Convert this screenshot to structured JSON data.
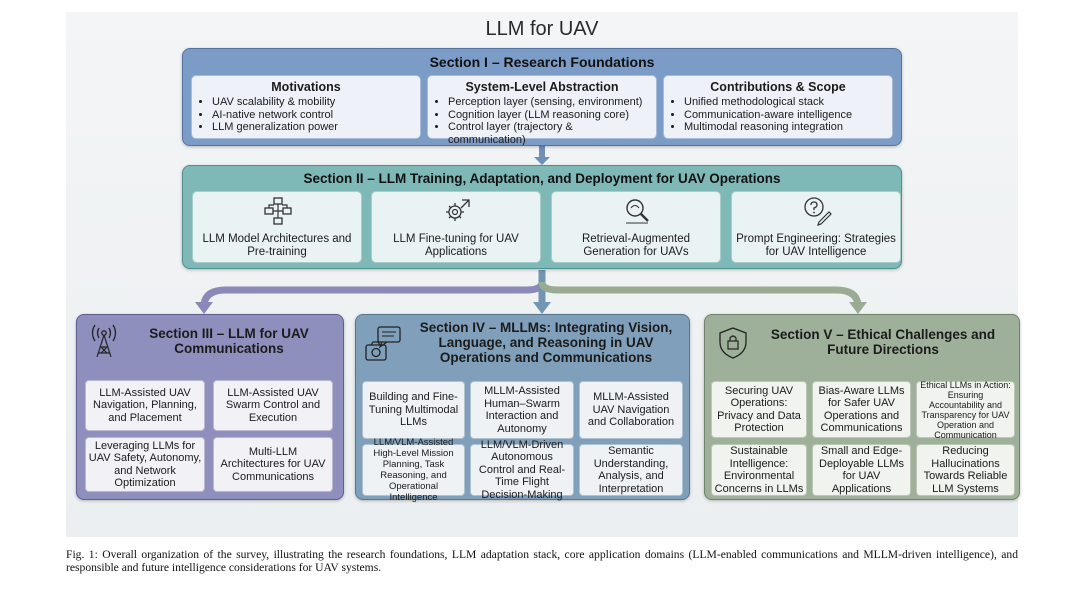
{
  "title": "LLM for UAV",
  "section1": {
    "title": "Section I – Research Foundations",
    "cards": [
      {
        "title": "Motivations",
        "bullets": [
          "UAV scalability & mobility",
          "AI-native network control",
          "LLM generalization power"
        ]
      },
      {
        "title": "System-Level Abstraction",
        "bullets": [
          "Perception layer (sensing, environment)",
          "Cognition layer (LLM reasoning core)",
          "Control layer (trajectory & communication)"
        ]
      },
      {
        "title": "Contributions & Scope",
        "bullets": [
          "Unified methodological stack",
          "Communication-aware intelligence",
          "Multimodal reasoning integration"
        ]
      }
    ]
  },
  "section2": {
    "title": "Section II – LLM Training, Adaptation, and Deployment for UAV Operations",
    "cards": [
      {
        "label": "LLM Model Architectures and Pre-training",
        "icon": "architecture-icon"
      },
      {
        "label": "LLM Fine-tuning for UAV Applications",
        "icon": "gear-sparkle-icon"
      },
      {
        "label": "Retrieval-Augmented Generation for UAVs",
        "icon": "search-icon"
      },
      {
        "label": "Prompt Engineering: Strategies for UAV Intelligence",
        "icon": "question-pencil-icon"
      }
    ]
  },
  "section3": {
    "title": "Section III – LLM for UAV Communications",
    "icon": "antenna-icon",
    "cards": [
      "LLM-Assisted UAV Navigation, Planning, and Placement",
      "LLM-Assisted UAV Swarm Control and Execution",
      "Leveraging LLMs for UAV Safety, Autonomy, and Network Optimization",
      "Multi-LLM Architectures for UAV Communications"
    ]
  },
  "section4": {
    "title": "Section IV – MLLMs: Integrating Vision, Language, and Reasoning in UAV Operations and Communications",
    "icon": "camera-chat-icon",
    "cards": [
      "Building and Fine-Tuning Multimodal LLMs",
      "MLLM-Assisted Human–Swarm Interaction and Autonomy",
      "MLLM-Assisted UAV Navigation and Collaboration",
      "LLM/VLM-Assisted High-Level Mission Planning, Task Reasoning, and Operational Intelligence",
      "LLM/VLM-Driven Autonomous Control and Real-Time Flight Decision-Making",
      "Semantic Understanding, Analysis, and Interpretation"
    ]
  },
  "section5": {
    "title": "Section V – Ethical Challenges and Future Directions",
    "icon": "shield-lock-icon",
    "cards": [
      "Securing UAV Operations: Privacy and Data Protection",
      "Bias-Aware LLMs for Safer UAV Operations and Communications",
      "Ethical LLMs in Action: Ensuring Accountability and Transparency for UAV Operation and Communication",
      "Sustainable Intelligence: Environmental Concerns in LLMs",
      "Small and Edge-Deployable LLMs for UAV Applications",
      "Reducing Hallucinations Towards Reliable LLM Systems"
    ]
  },
  "caption": "Fig. 1: Overall organization of the survey, illustrating the research foundations, LLM adaptation stack, core application domains (LLM-enabled communications and MLLM-driven intelligence), and responsible and future intelligence considerations for UAV systems.",
  "colors": {
    "section1": "#7c9cc8",
    "section2": "#7fb9b7",
    "section3": "#8f8fbd",
    "section4": "#7f9fba",
    "section5": "#9fb09a"
  }
}
